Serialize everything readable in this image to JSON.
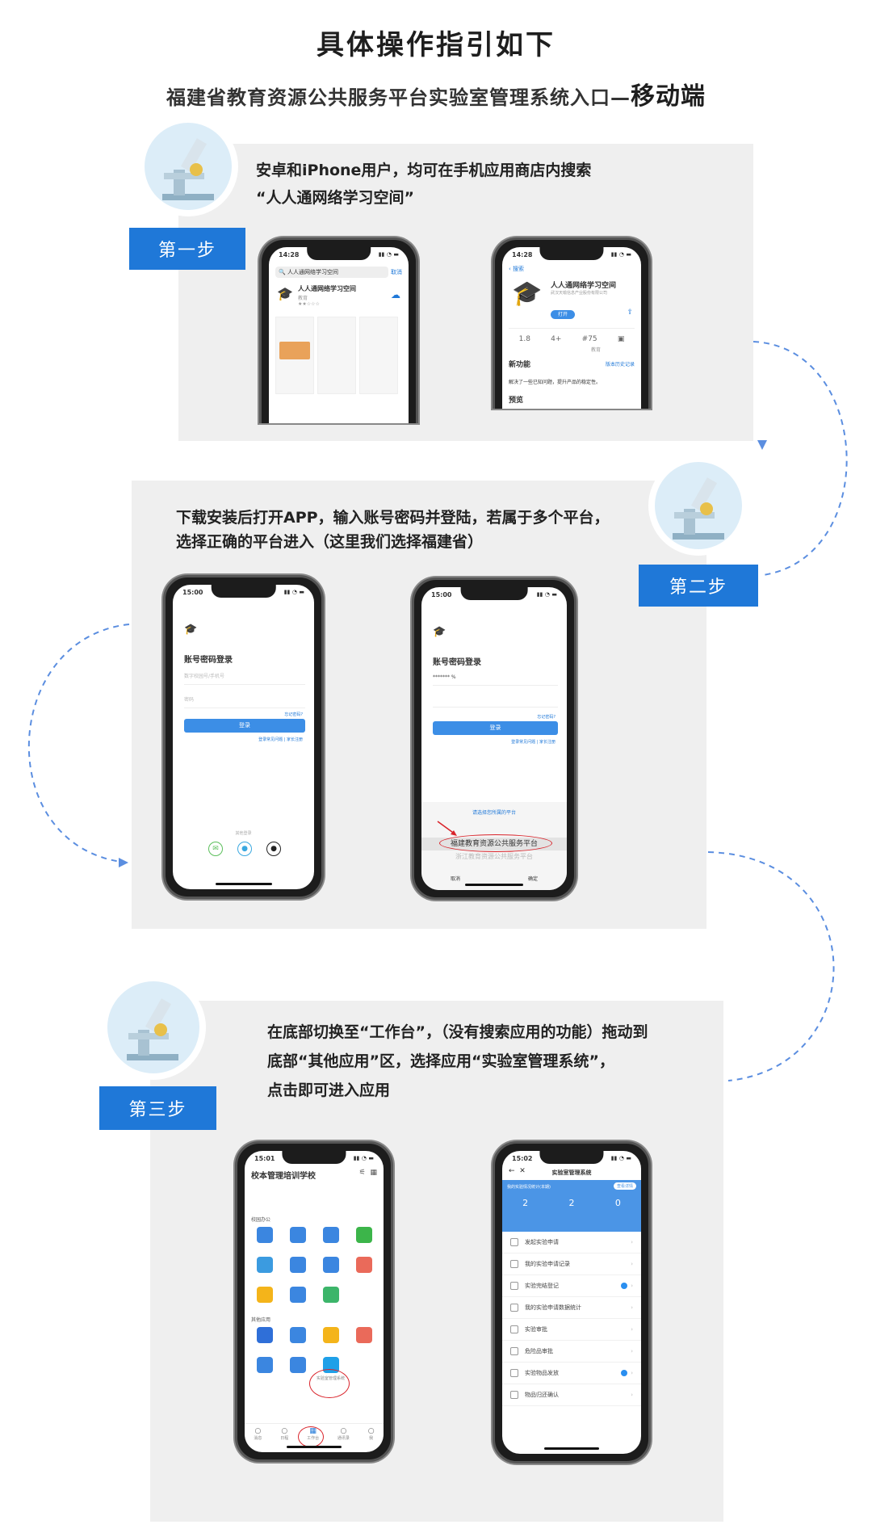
{
  "header": {
    "title": "具体操作指引如下",
    "subtitle_main": "福建省教育资源公共服务平台实验室管理系统入口—",
    "subtitle_emph": "移动端"
  },
  "colors": {
    "accent": "#1f78d8",
    "panel": "#efefef",
    "dash": "#5b8ee0",
    "highlight": "#d9232a"
  },
  "step1": {
    "badge": "第一步",
    "text_lines": [
      "安卓和iPhone用户，均可在手机应用商店内搜索",
      "“人人通网络学习空间”"
    ],
    "phone_left": {
      "time": "14:28",
      "search_value": "人人通网络学习空间",
      "cancel": "取消",
      "app_name": "人人通网络学习空间",
      "category": "教育"
    },
    "phone_right": {
      "time": "14:28",
      "back": "搜索",
      "app_name": "人人通网络学习空间",
      "developer": "武汉天喻信息产业股份有限公司",
      "open": "打开",
      "rating": "1.8",
      "age": "4+",
      "rank": "#75",
      "rank_category": "教育",
      "whats_new": "新功能",
      "version_history": "版本历史记录",
      "notes": "解决了一些已知问题，提升产品的稳定性。",
      "preview": "预览"
    }
  },
  "step2": {
    "badge": "第二步",
    "text_lines": [
      "下载安装后打开APP，输入账号密码并登陆，若属于多个平台，",
      "选择正确的平台进入（这里我们选择福建省）"
    ],
    "phone_left": {
      "time": "15:00",
      "heading": "账号密码登录",
      "account_placeholder": "数字校园号/手机号",
      "password_placeholder": "密码",
      "forgot": "忘记密码?",
      "login": "登录",
      "faq": "登录常见问题",
      "register": "家长注册",
      "other_login": "其他登录"
    },
    "phone_right": {
      "time": "15:00",
      "heading": "账号密码登录",
      "account_value": "******* %",
      "forgot": "忘记密码?",
      "login": "登录",
      "faq": "登录常见问题",
      "register": "家长注册",
      "picker_title": "请选择您所属的平台",
      "option_selected": "福建教育资源公共服务平台",
      "option_other": "浙江教育资源公共服务平台",
      "cancel": "取消",
      "confirm": "确定"
    }
  },
  "step3": {
    "badge": "第三步",
    "text_lines": [
      "在底部切换至“工作台”，（没有搜索应用的功能）拖动到",
      "底部“其他应用”区，选择应用“实验室管理系统”，",
      "点击即可进入应用"
    ],
    "phone_left": {
      "time": "15:01",
      "school": "校本管理培训学校",
      "section_office": "校园办公",
      "section_other": "其他应用",
      "highlight_app": "实验室管理系统",
      "tabs": [
        "消息",
        "日程",
        "工作台",
        "通讯录",
        "我"
      ]
    },
    "phone_right": {
      "time": "15:02",
      "title": "实验室管理系统",
      "stats_title": "我的实验情况统计(本期)",
      "details": "查看详情",
      "stats": [
        "2",
        "2",
        "0"
      ],
      "menu": [
        "发起实验申请",
        "我的实验申请记录",
        "实验完结登记",
        "我的实验申请数据统计",
        "实验审批",
        "危险品审批",
        "实验物品发放",
        "物品归还确认"
      ]
    }
  },
  "icon_colors": {
    "office": [
      "#3b86e0",
      "#3b86e0",
      "#3b86e0",
      "#3cb54a",
      "#3b9be0",
      "#3b86e0",
      "#3b86e0",
      "#ea6a5a",
      "#f4b41a",
      "#3b86e0",
      "#3cb56a"
    ],
    "other": [
      "#2f6fd8",
      "#3b86e0",
      "#f4b41a",
      "#ea6a5a",
      "#3b86e0",
      "#3b86e0",
      "#1fa0e8"
    ]
  }
}
